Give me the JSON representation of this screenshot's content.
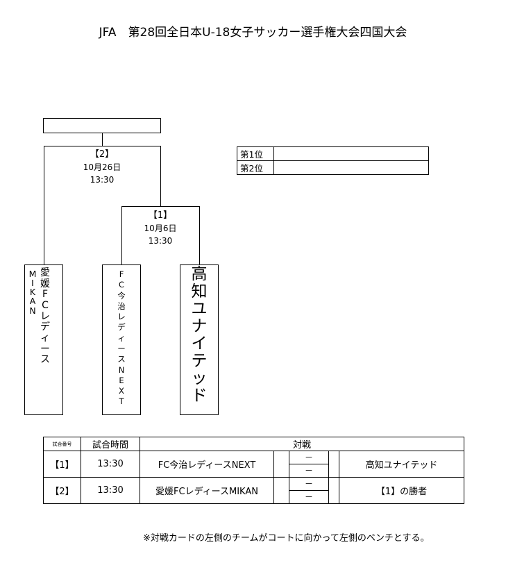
{
  "title": "JFA　第28回全日本U-18女子サッカー選手権大会四国大会",
  "final_box_value": "",
  "match2": {
    "label": "【2】",
    "date": "10月26日",
    "time": "13:30"
  },
  "match1": {
    "label": "【1】",
    "date": "10月6日",
    "time": "13:30"
  },
  "rank": [
    {
      "label": "第1位",
      "value": ""
    },
    {
      "label": "第2位",
      "value": ""
    }
  ],
  "teams": {
    "team1_col1": [
      "M",
      "I",
      "K",
      "A",
      "N"
    ],
    "team1_col2": [
      "愛",
      "媛",
      "F",
      "C",
      "レ",
      "デ",
      "ィ",
      "ー",
      "ス"
    ],
    "team2": [
      "F",
      "C",
      "今",
      "治",
      "レ",
      "デ",
      "ィ",
      "ー",
      "ス",
      "N",
      "E",
      "X",
      "T"
    ],
    "team3": [
      "高",
      "知",
      "ユ",
      "ナ",
      "イ",
      "テ",
      "ッ",
      "ド"
    ]
  },
  "schedule": {
    "headers": {
      "match_no": "試合番号",
      "time": "試合時間",
      "matchup": "対戦"
    },
    "rows": [
      {
        "no": "【1】",
        "time": "13:30",
        "left": "FC今治レディースNEXT",
        "score_top": "－",
        "score_bottom": "－",
        "right": "高知ユナイテッド"
      },
      {
        "no": "【2】",
        "time": "13:30",
        "left": "愛媛FCレディースMIKAN",
        "score_top": "－",
        "score_bottom": "－",
        "right": "【1】の勝者"
      }
    ]
  },
  "note": "※対戦カードの左側のチームがコートに向かって左側のベンチとする。"
}
